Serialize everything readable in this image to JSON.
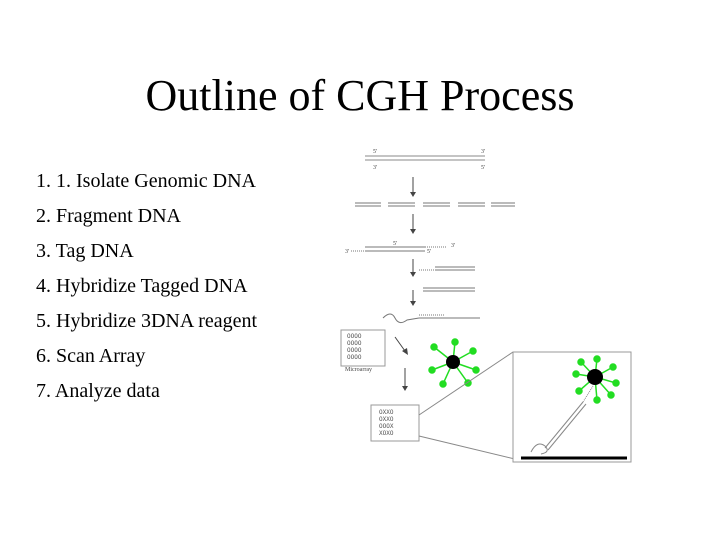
{
  "slide": {
    "title": "Outline of CGH Process",
    "steps": [
      "1.   1. Isolate Genomic DNA",
      "2. Fragment DNA",
      "3. Tag DNA",
      "4. Hybridize Tagged DNA",
      "5. Hybridize 3DNA reagent",
      "6. Scan Array",
      "7. Analyze data"
    ]
  },
  "diagram": {
    "end_5prime": "5'",
    "end_3prime": "3'",
    "microarray_label": "Microarray",
    "array_grid_rows": [
      "OOOO",
      "OOOO",
      "OOOO",
      "OOOO"
    ],
    "scan_grid_rows": [
      "OXXO",
      "OXXO",
      "OOOX",
      "XOXO"
    ],
    "colors": {
      "dendrimer_arm": "#22dd22",
      "dendrimer_core": "#000000",
      "strand": "#666666"
    }
  }
}
